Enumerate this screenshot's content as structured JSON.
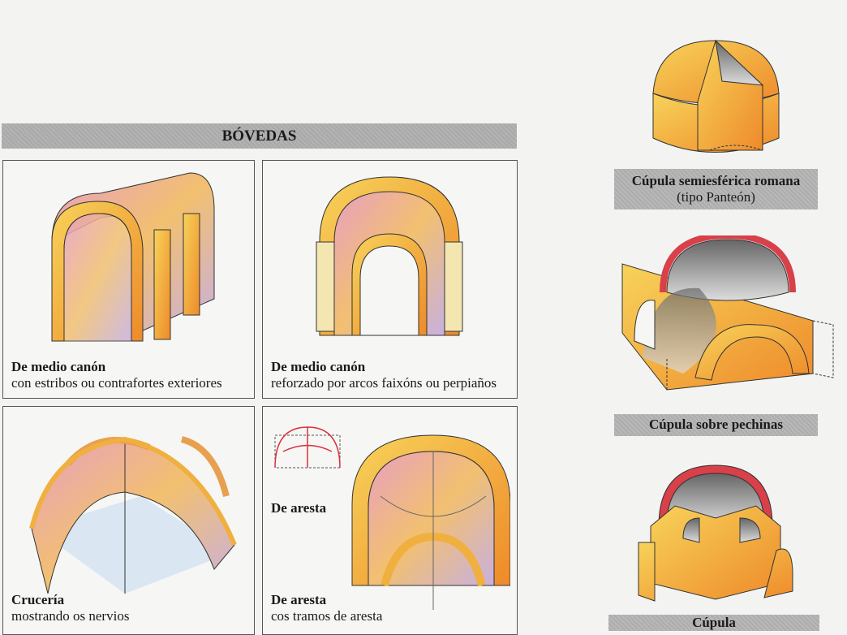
{
  "section_title": "BÓVEDAS",
  "panels": [
    {
      "title": "De medio canón",
      "subtitle": "con estribos ou contrafortes exteriores"
    },
    {
      "title": "De medio canón",
      "subtitle": "reforzado por arcos faixóns ou perpiaños"
    },
    {
      "title": "Crucería",
      "subtitle": "mostrando os nervios"
    },
    {
      "title": "De aresta",
      "subtitle": "cos tramos de aresta",
      "inset_label": "De aresta"
    }
  ],
  "domes": [
    {
      "title": "Cúpula semiesférica romana",
      "subtitle": "(tipo Panteón)"
    },
    {
      "title": "Cúpula sobre pechinas"
    },
    {
      "title": "Cúpula"
    }
  ],
  "colors": {
    "orange": "#f0a030",
    "yellow": "#f5d36a",
    "red": "#d8404a",
    "pink": "#e8a0b8"
  }
}
